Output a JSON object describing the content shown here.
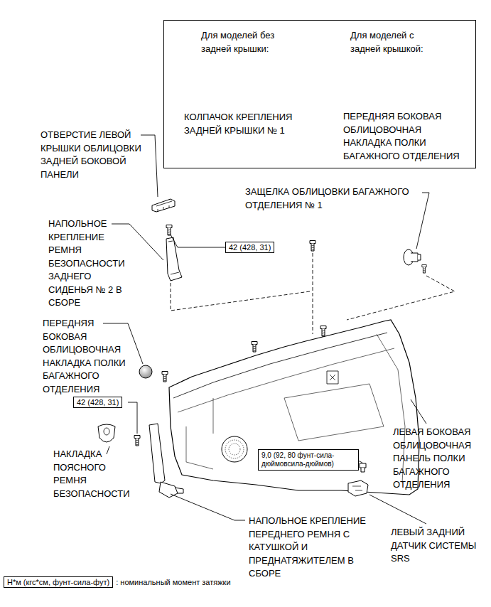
{
  "diagram": {
    "nodes": [
      {
        "text": [
          "Для моделей без задней крышки:",
          "Для моделей с задней крышкой:",
          "КОЛПАЧОК КРЕПЛЕНИЯ ЗАДНЕЙ КРЫШКИ № 1",
          "ПЕРЕДНЯЯ БОКОВАЯ ОБЛИЦОВОЧНАЯ НАКЛАДКА ПОЛКИ БАГАЖНОГО ОТДЕЛЕНИЯ"
        ]
      },
      {
        "text": [
          "42 (428, 31)"
        ]
      },
      {
        "text": [
          "42 (428, 31)"
        ]
      },
      {
        "text": [
          "9,0 (92, 80 фунт-сила- дюймовсила-дюймов)"
        ]
      },
      {
        "text": [
          "Н*м (кгс*см, фунт-сила-фут)"
        ]
      }
    ],
    "labels": [
      "ОТВЕРСТИЕ ЛЕВОЙ КРЫШКИ ОБЛИЦОВКИ ЗАДНЕЙ БОКОВОЙ ПАНЕЛИ",
      "ЗАЩЕЛКА ОБЛИЦОВКИ БАГАЖНОГО ОТДЕЛЕНИЯ № 1",
      "НАПОЛЬНОЕ КРЕПЛЕНИЕ РЕМНЯ БЕЗОПАСНОСТИ ЗАДНЕГО СИДЕНЬЯ № 2 В СБОРЕ",
      "ПЕРЕДНЯЯ БОКОВАЯ ОБЛИЦОВОЧНАЯ НАКЛАДКА ПОЛКИ БАГАЖНОГО ОТДЕЛЕНИЯ",
      "ЛЕВАЯ БОКОВАЯ ОБЛИЦОВОЧНАЯ ПАНЕЛЬ ПОЛКИ БАГАЖНОГО ОТДЕЛЕНИЯ",
      "НАКЛАДКА ПОЯСНОГО РЕМНЯ БЕЗОПАСНОСТИ",
      "НАПОЛЬНОЕ КРЕПЛЕНИЕ ПЕРЕДНЕГО РЕМНЯ С КАТУШКОЙ И ПРЕДНАТЯЖИТЕЛЕМ В СБОРЕ",
      "ЛЕВЫЙ ЗАДНИЙ ДАТЧИК СИСТЕМЫ SRS",
      ": номинальный момент затяжки"
    ]
  }
}
